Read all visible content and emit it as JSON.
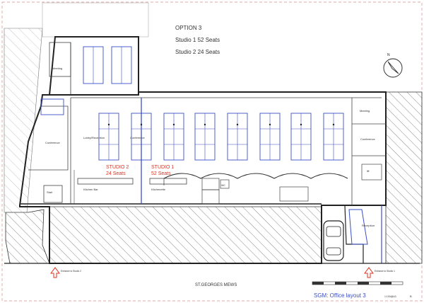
{
  "header": {
    "option": "OPTION  3",
    "studio1_seats": "Studio  1 52 Seats",
    "studio2_seats": "Studio  2 24 Seats"
  },
  "compass": {
    "north": "N"
  },
  "rooms": {
    "meeting_top": "Meeting",
    "conference_left": "Conference",
    "lobby": "Lobby/Reception",
    "conference_mid": "Conference",
    "meeting_right": "Meeting",
    "conference_right": "Conference",
    "kitchen_left": "Kitchen Bar",
    "kitchen_right": "Kitchenette",
    "stair": "Stair",
    "wc": "WC",
    "reception": "Reception",
    "lift": "lift"
  },
  "studios": {
    "studio2_name": "STUDIO  2",
    "studio2_seats": "24 Seats",
    "studio1_name": "STUDIO  1",
    "studio1_seats": "52 Seats"
  },
  "entrances": {
    "left": "Entrance to Studio 2",
    "right": "Entrance to Studio 1"
  },
  "street": "ST.GEORGES  MEWS",
  "title_block": {
    "title": "SGM: Office  layout 3",
    "code": "1:100@A3",
    "rev": "B"
  },
  "colors": {
    "walls": "#222222",
    "furniture": "#3b4fc4",
    "labels_red": "#e0301e",
    "hatch": "#555555"
  },
  "icons": [
    "compass-icon",
    "car-icon",
    "entrance-arrow-icon"
  ]
}
